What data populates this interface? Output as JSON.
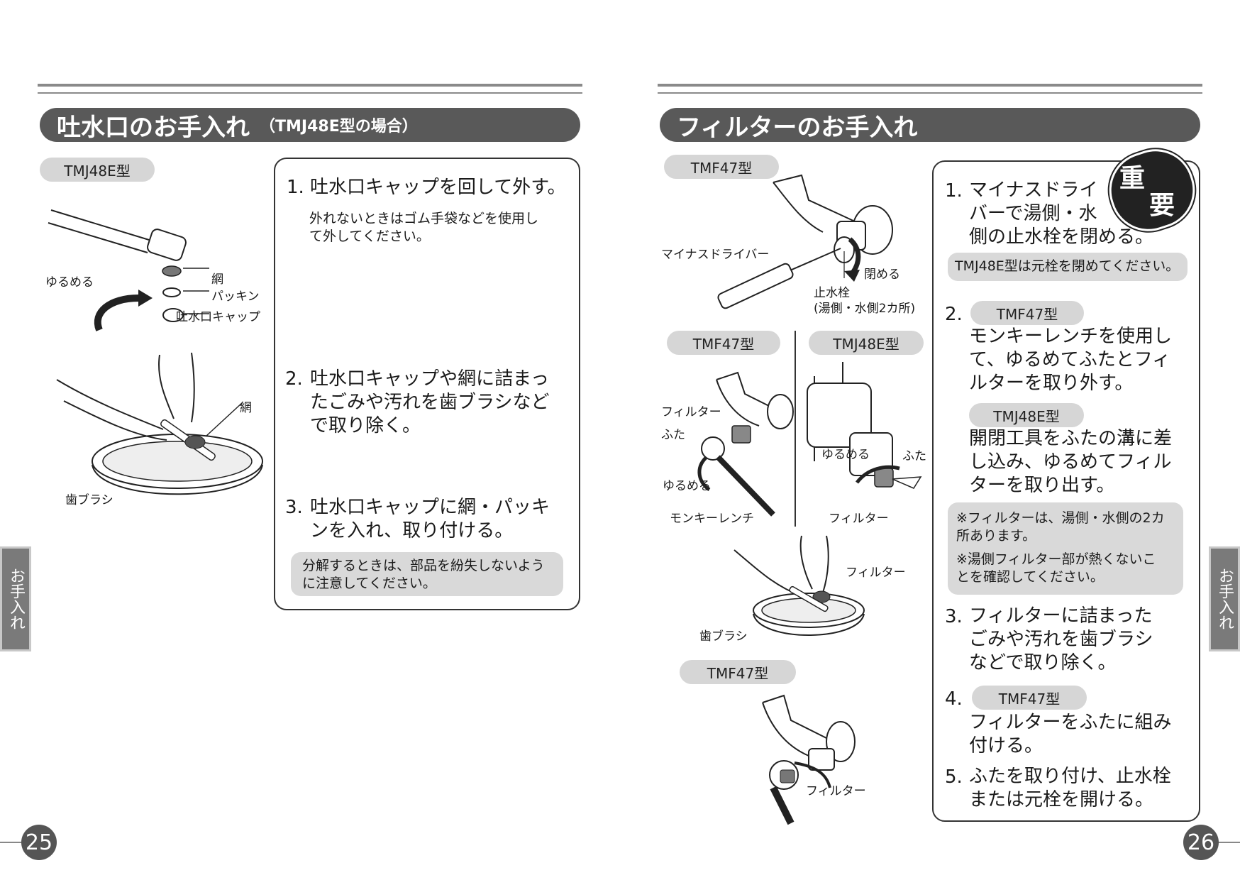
{
  "left": {
    "title": "吐水口のお手入れ",
    "title_suffix": "（TMJ48E型の場合）",
    "model_pill": "TMJ48E型",
    "labels": {
      "loosen": "ゆるめる",
      "net": "網",
      "packing": "パッキン",
      "cap": "吐水口キャップ",
      "net2": "網",
      "toothbrush": "歯ブラシ"
    },
    "steps": [
      {
        "num": "1.",
        "lines": [
          "吐水口キャップを回して外す。"
        ]
      },
      {
        "num": "2.",
        "lines": [
          "吐水口キャップや網に詰まっ",
          "たごみや汚れを歯ブラシなど",
          "で取り除く。"
        ]
      },
      {
        "num": "3.",
        "lines": [
          "吐水口キャップに網・パッキ",
          "ンを入れ、取り付ける。"
        ]
      }
    ],
    "step1_note": [
      "外れないときはゴム手袋などを使用し",
      "て外してください。"
    ],
    "step3_note": [
      "分解するときは、部品を紛失しないよう",
      "に注意してください。"
    ],
    "page_number": "25",
    "side_tab": "お手入れ"
  },
  "right": {
    "title": "フィルターのお手入れ",
    "pills": {
      "top": "TMF47型",
      "mid_left": "TMF47型",
      "mid_right": "TMJ48E型",
      "bottom": "TMF47型"
    },
    "labels": {
      "driver": "マイナスドライバー",
      "close": "閉める",
      "stopcock": "止水栓",
      "stopcock_note": "(湯側・水側2カ所)",
      "filter_a": "フィルター",
      "lid_a": "ふた",
      "loosen_a": "ゆるめる",
      "wrench": "モンキーレンチ",
      "loosen_b": "ゆるめる",
      "lid_b": "ふた",
      "filter_b": "フィルター",
      "filter_c": "フィルター",
      "toothbrush": "歯ブラシ",
      "filter_d": "フィルター"
    },
    "important_badge": [
      "重",
      "要"
    ],
    "step1": {
      "num": "1.",
      "lines": [
        "マイナスドライ",
        "バーで湯側・水",
        "側の止水栓を閉める。"
      ],
      "note": "TMJ48E型は元栓を閉めてください。"
    },
    "step2": {
      "num": "2.",
      "pill_a": "TMF47型",
      "lines_a": [
        "モンキーレンチを使用し",
        "て、ゆるめてふたとフィ",
        "ルターを取り外す。"
      ],
      "pill_b": "TMJ48E型",
      "lines_b": [
        "開閉工具をふたの溝に差",
        "し込み、ゆるめてフィル",
        "ターを取り出す。"
      ]
    },
    "notes": [
      [
        "※フィルターは、湯側・水側の2カ",
        "所あります。"
      ],
      [
        "※湯側フィルター部が熱くないこ",
        "とを確認してください。"
      ]
    ],
    "step3": {
      "num": "3.",
      "lines": [
        "フィルターに詰まった",
        "ごみや汚れを歯ブラシ",
        "などで取り除く。"
      ]
    },
    "step4": {
      "num": "4.",
      "pill": "TMF47型",
      "lines": [
        "フィルターをふたに組み",
        "付ける。"
      ]
    },
    "step5": {
      "num": "5.",
      "lines": [
        "ふたを取り付け、止水栓",
        "または元栓を開ける。"
      ]
    },
    "page_number": "26",
    "side_tab": "お手入れ"
  }
}
